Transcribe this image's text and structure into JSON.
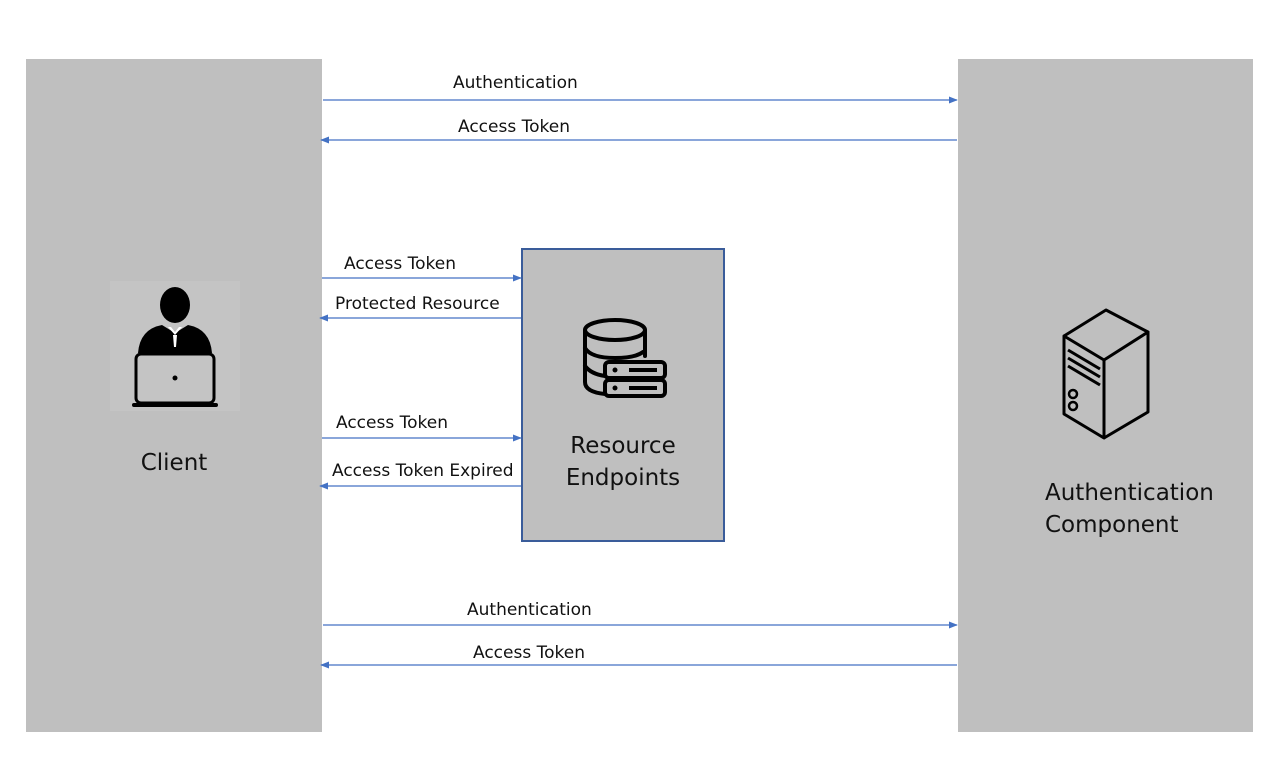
{
  "client": {
    "label": "Client"
  },
  "resource": {
    "label_line1": "Resource",
    "label_line2": "Endpoints"
  },
  "auth": {
    "label_line1": "Authentication",
    "label_line2": "Component"
  },
  "flows": [
    {
      "label": "Authentication",
      "from": "client",
      "to": "auth"
    },
    {
      "label": "Access Token",
      "from": "auth",
      "to": "client"
    },
    {
      "label": "Access Token",
      "from": "client",
      "to": "resource"
    },
    {
      "label": "Protected Resource",
      "from": "resource",
      "to": "client"
    },
    {
      "label": "Access Token",
      "from": "client",
      "to": "resource"
    },
    {
      "label": "Access Token Expired",
      "from": "resource",
      "to": "client"
    },
    {
      "label": "Authentication",
      "from": "client",
      "to": "auth"
    },
    {
      "label": "Access Token",
      "from": "auth",
      "to": "client"
    }
  ],
  "colors": {
    "panel": "#bfbfbf",
    "arrow": "#4472c4",
    "box_border": "#3a5c9a"
  },
  "icons": {
    "client": "user-laptop-icon",
    "resource": "database-server-icon",
    "auth": "server-tower-icon"
  }
}
